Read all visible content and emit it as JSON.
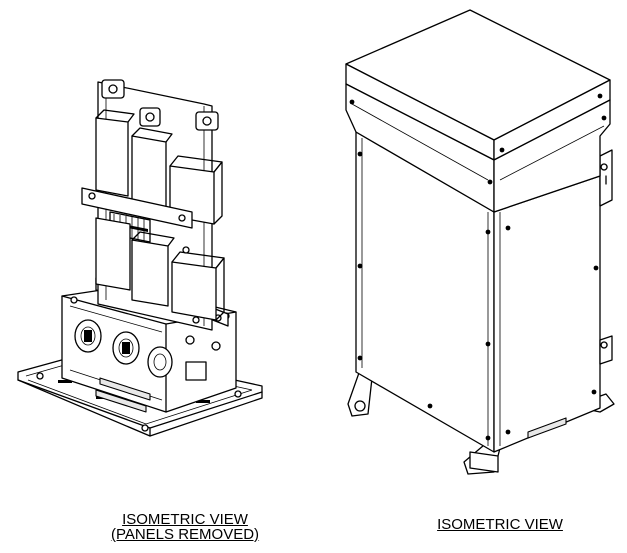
{
  "captions": {
    "left_line1": "ISOMETRIC VIEW",
    "left_line2": "(PANELS REMOVED)",
    "right": "ISOMETRIC VIEW"
  },
  "drawing_style": {
    "line_color": "#000000",
    "background": "#ffffff"
  }
}
